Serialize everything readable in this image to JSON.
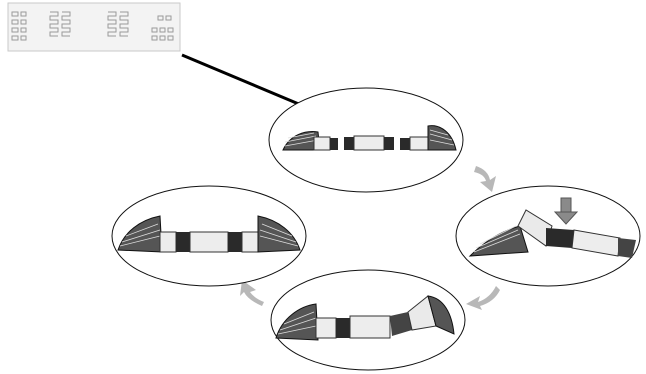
{
  "diagram": {
    "colors": {
      "background": "#ffffff",
      "ellipse_stroke": "#111111",
      "cycle_arrow": "#b8b8b8",
      "pointer_arrow": "#000000",
      "press_arrow": "#8a8a8a",
      "strip_light": "#ececec",
      "strip_dark": "#2a2a2a",
      "card": "#f3f3f3"
    },
    "card": {
      "icon": "meander-pattern-card"
    },
    "stages": [
      {
        "name": "stage-separated-pieces",
        "icon": "three-strip-pieces"
      },
      {
        "name": "stage-pressing-joint",
        "icon": "strip-with-press-arrow"
      },
      {
        "name": "stage-partially-joined",
        "icon": "strip-with-raised-end"
      },
      {
        "name": "stage-fully-joined",
        "icon": "continuous-strip"
      }
    ],
    "cycle_direction": "clockwise"
  }
}
